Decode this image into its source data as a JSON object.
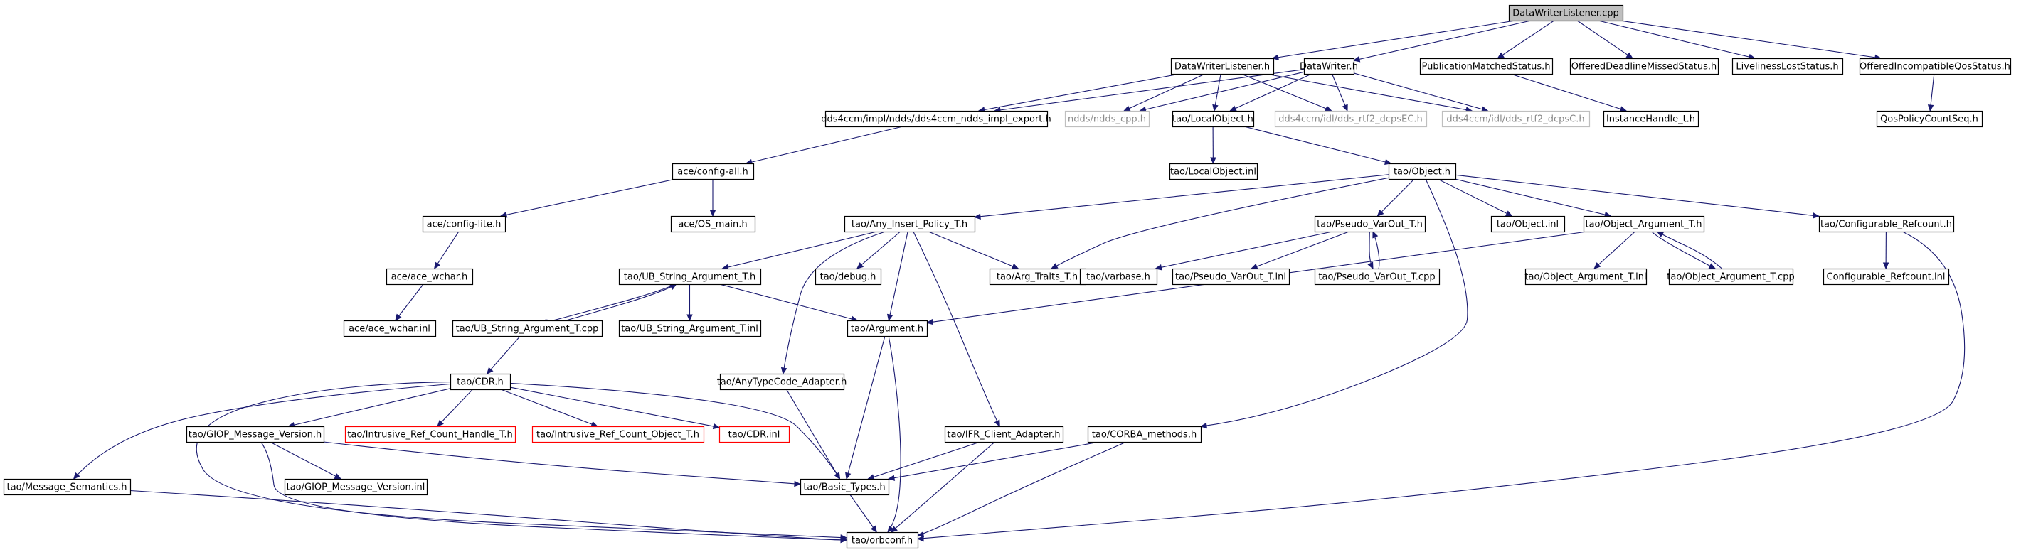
{
  "graph": {
    "colors": {
      "edge": "#191970",
      "border_default": "#000000",
      "border_red": "#ff0000",
      "border_muted": "#bfbfbf",
      "fill_root": "#bfbfbf",
      "fill_default": "#ffffff"
    },
    "nodes": [
      {
        "id": "n_root",
        "label": "DataWriterListener.cpp",
        "style": "root"
      },
      {
        "id": "n_dwl_h",
        "label": "DataWriterListener.h",
        "style": "normal"
      },
      {
        "id": "n_dw_h",
        "label": "DataWriter.h",
        "style": "normal"
      },
      {
        "id": "n_pms",
        "label": "PublicationMatchedStatus.h",
        "style": "normal"
      },
      {
        "id": "n_odms",
        "label": "OfferedDeadlineMissedStatus.h",
        "style": "normal"
      },
      {
        "id": "n_lls",
        "label": "LivelinessLostStatus.h",
        "style": "normal"
      },
      {
        "id": "n_oiqs",
        "label": "OfferedIncompatibleQosStatus.h",
        "style": "normal"
      },
      {
        "id": "n_export",
        "label": "dds4ccm/impl/ndds/dds4ccm_ndds_impl_export.h",
        "style": "normal"
      },
      {
        "id": "n_ndds_cpp",
        "label": "ndds/ndds_cpp.h",
        "style": "muted"
      },
      {
        "id": "n_localobj",
        "label": "tao/LocalObject.h",
        "style": "normal"
      },
      {
        "id": "n_dcpsec",
        "label": "dds4ccm/idl/dds_rtf2_dcpsEC.h",
        "style": "muted"
      },
      {
        "id": "n_dcpsc",
        "label": "dds4ccm/idl/dds_rtf2_dcpsC.h",
        "style": "muted"
      },
      {
        "id": "n_instance",
        "label": "InstanceHandle_t.h",
        "style": "normal"
      },
      {
        "id": "n_qos",
        "label": "QosPolicyCountSeq.h",
        "style": "normal"
      },
      {
        "id": "n_configall",
        "label": "ace/config-all.h",
        "style": "normal"
      },
      {
        "id": "n_localobj_inl",
        "label": "tao/LocalObject.inl",
        "style": "normal"
      },
      {
        "id": "n_object",
        "label": "tao/Object.h",
        "style": "normal"
      },
      {
        "id": "n_configlite",
        "label": "ace/config-lite.h",
        "style": "normal"
      },
      {
        "id": "n_osmain",
        "label": "ace/OS_main.h",
        "style": "normal"
      },
      {
        "id": "n_anyinsert",
        "label": "tao/Any_Insert_Policy_T.h",
        "style": "normal"
      },
      {
        "id": "n_pseudo_h",
        "label": "tao/Pseudo_VarOut_T.h",
        "style": "normal"
      },
      {
        "id": "n_object_inl",
        "label": "tao/Object.inl",
        "style": "normal"
      },
      {
        "id": "n_objarg_h",
        "label": "tao/Object_Argument_T.h",
        "style": "normal"
      },
      {
        "id": "n_cfgref_h",
        "label": "tao/Configurable_Refcount.h",
        "style": "normal"
      },
      {
        "id": "n_acewchar",
        "label": "ace/ace_wchar.h",
        "style": "normal"
      },
      {
        "id": "n_ubstr_h",
        "label": "tao/UB_String_Argument_T.h",
        "style": "normal"
      },
      {
        "id": "n_debug",
        "label": "tao/debug.h",
        "style": "normal"
      },
      {
        "id": "n_argtraits",
        "label": "tao/Arg_Traits_T.h",
        "style": "normal"
      },
      {
        "id": "n_varbase",
        "label": "tao/varbase.h",
        "style": "normal"
      },
      {
        "id": "n_pseudo_inl",
        "label": "tao/Pseudo_VarOut_T.inl",
        "style": "normal"
      },
      {
        "id": "n_pseudo_cpp",
        "label": "tao/Pseudo_VarOut_T.cpp",
        "style": "normal"
      },
      {
        "id": "n_objarg_inl",
        "label": "tao/Object_Argument_T.inl",
        "style": "normal"
      },
      {
        "id": "n_objarg_cpp",
        "label": "tao/Object_Argument_T.cpp",
        "style": "normal"
      },
      {
        "id": "n_cfgref_inl",
        "label": "Configurable_Refcount.inl",
        "style": "normal"
      },
      {
        "id": "n_acewchar_inl",
        "label": "ace/ace_wchar.inl",
        "style": "normal"
      },
      {
        "id": "n_ubstr_cpp",
        "label": "tao/UB_String_Argument_T.cpp",
        "style": "normal"
      },
      {
        "id": "n_ubstr_inl",
        "label": "tao/UB_String_Argument_T.inl",
        "style": "normal"
      },
      {
        "id": "n_argument",
        "label": "tao/Argument.h",
        "style": "normal"
      },
      {
        "id": "n_cdr",
        "label": "tao/CDR.h",
        "style": "normal"
      },
      {
        "id": "n_anytc",
        "label": "tao/AnyTypeCode_Adapter.h",
        "style": "normal"
      },
      {
        "id": "n_giop_h",
        "label": "tao/GIOP_Message_Version.h",
        "style": "normal"
      },
      {
        "id": "n_intr_handle",
        "label": "tao/Intrusive_Ref_Count_Handle_T.h",
        "style": "red"
      },
      {
        "id": "n_intr_object",
        "label": "tao/Intrusive_Ref_Count_Object_T.h",
        "style": "red"
      },
      {
        "id": "n_cdr_inl",
        "label": "tao/CDR.inl",
        "style": "red"
      },
      {
        "id": "n_ifr",
        "label": "tao/IFR_Client_Adapter.h",
        "style": "normal"
      },
      {
        "id": "n_corba",
        "label": "tao/CORBA_methods.h",
        "style": "normal"
      },
      {
        "id": "n_msgsem",
        "label": "tao/Message_Semantics.h",
        "style": "normal"
      },
      {
        "id": "n_giop_inl",
        "label": "tao/GIOP_Message_Version.inl",
        "style": "normal"
      },
      {
        "id": "n_basictypes",
        "label": "tao/Basic_Types.h",
        "style": "normal"
      },
      {
        "id": "n_orbconf",
        "label": "tao/orbconf.h",
        "style": "normal"
      }
    ],
    "edges": [
      [
        "n_root",
        "n_dwl_h"
      ],
      [
        "n_root",
        "n_dw_h"
      ],
      [
        "n_root",
        "n_pms"
      ],
      [
        "n_root",
        "n_odms"
      ],
      [
        "n_root",
        "n_lls"
      ],
      [
        "n_root",
        "n_oiqs"
      ],
      [
        "n_dwl_h",
        "n_export"
      ],
      [
        "n_dwl_h",
        "n_ndds_cpp"
      ],
      [
        "n_dwl_h",
        "n_localobj"
      ],
      [
        "n_dwl_h",
        "n_dcpsec"
      ],
      [
        "n_dwl_h",
        "n_dcpsc"
      ],
      [
        "n_dw_h",
        "n_export"
      ],
      [
        "n_dw_h",
        "n_ndds_cpp"
      ],
      [
        "n_dw_h",
        "n_localobj"
      ],
      [
        "n_dw_h",
        "n_dcpsec"
      ],
      [
        "n_dw_h",
        "n_dcpsc"
      ],
      [
        "n_pms",
        "n_instance"
      ],
      [
        "n_oiqs",
        "n_qos"
      ],
      [
        "n_export",
        "n_configall"
      ],
      [
        "n_localobj",
        "n_localobj_inl"
      ],
      [
        "n_localobj",
        "n_object"
      ],
      [
        "n_configall",
        "n_configlite"
      ],
      [
        "n_configall",
        "n_osmain"
      ],
      [
        "n_configlite",
        "n_acewchar"
      ],
      [
        "n_acewchar",
        "n_acewchar_inl"
      ],
      [
        "n_object",
        "n_anyinsert"
      ],
      [
        "n_object",
        "n_argtraits"
      ],
      [
        "n_object",
        "n_pseudo_h"
      ],
      [
        "n_object",
        "n_object_inl"
      ],
      [
        "n_object",
        "n_objarg_h"
      ],
      [
        "n_object",
        "n_cfgref_h"
      ],
      [
        "n_object",
        "n_corba"
      ],
      [
        "n_anyinsert",
        "n_ubstr_h"
      ],
      [
        "n_anyinsert",
        "n_debug"
      ],
      [
        "n_anyinsert",
        "n_argtraits"
      ],
      [
        "n_anyinsert",
        "n_argument"
      ],
      [
        "n_anyinsert",
        "n_anytc"
      ],
      [
        "n_anyinsert",
        "n_ifr"
      ],
      [
        "n_pseudo_h",
        "n_varbase"
      ],
      [
        "n_pseudo_h",
        "n_pseudo_inl"
      ],
      [
        "n_pseudo_h",
        "n_pseudo_cpp"
      ],
      [
        "n_pseudo_cpp",
        "n_pseudo_h"
      ],
      [
        "n_objarg_h",
        "n_argument"
      ],
      [
        "n_objarg_h",
        "n_objarg_inl"
      ],
      [
        "n_objarg_h",
        "n_objarg_cpp"
      ],
      [
        "n_objarg_cpp",
        "n_objarg_h"
      ],
      [
        "n_cfgref_h",
        "n_cfgref_inl"
      ],
      [
        "n_cfgref_h",
        "n_orbconf"
      ],
      [
        "n_ubstr_h",
        "n_ubstr_cpp"
      ],
      [
        "n_ubstr_h",
        "n_ubstr_inl"
      ],
      [
        "n_ubstr_h",
        "n_argument"
      ],
      [
        "n_ubstr_cpp",
        "n_ubstr_h"
      ],
      [
        "n_ubstr_cpp",
        "n_cdr"
      ],
      [
        "n_argument",
        "n_basictypes"
      ],
      [
        "n_argument",
        "n_orbconf"
      ],
      [
        "n_cdr",
        "n_msgsem"
      ],
      [
        "n_cdr",
        "n_giop_h"
      ],
      [
        "n_cdr",
        "n_intr_handle"
      ],
      [
        "n_cdr",
        "n_intr_object"
      ],
      [
        "n_cdr",
        "n_cdr_inl"
      ],
      [
        "n_cdr",
        "n_basictypes"
      ],
      [
        "n_cdr",
        "n_orbconf"
      ],
      [
        "n_anytc",
        "n_basictypes"
      ],
      [
        "n_giop_h",
        "n_giop_inl"
      ],
      [
        "n_giop_h",
        "n_basictypes"
      ],
      [
        "n_giop_h",
        "n_orbconf"
      ],
      [
        "n_ifr",
        "n_basictypes"
      ],
      [
        "n_ifr",
        "n_orbconf"
      ],
      [
        "n_corba",
        "n_basictypes"
      ],
      [
        "n_corba",
        "n_orbconf"
      ],
      [
        "n_msgsem",
        "n_orbconf"
      ],
      [
        "n_basictypes",
        "n_orbconf"
      ]
    ]
  }
}
